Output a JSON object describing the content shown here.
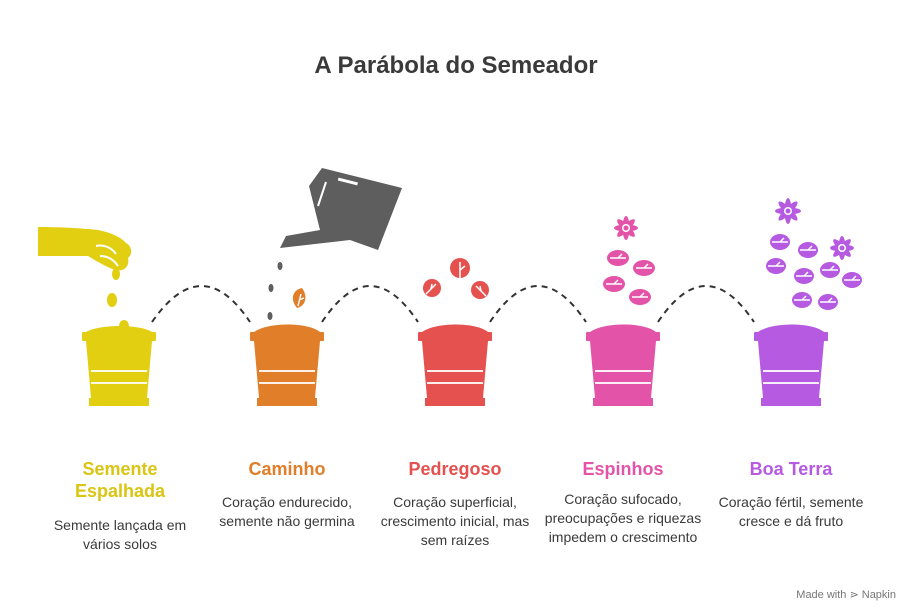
{
  "title": "A Parábola do Semeador",
  "colors": {
    "yellow": "#E2CF12",
    "orange": "#E07E2A",
    "red": "#E4514F",
    "pink": "#E354A9",
    "purple": "#B55AE1",
    "gray": "#5E5E5E",
    "dash": "#333333"
  },
  "stages": [
    {
      "label": "Semente Espalhada",
      "desc": "Semente lançada em vários solos"
    },
    {
      "label": "Caminho",
      "desc": "Coração endurecido, semente não germina"
    },
    {
      "label": "Pedregoso",
      "desc": "Coração superficial, crescimento inicial, mas sem raízes"
    },
    {
      "label": "Espinhos",
      "desc": "Coração sufocado, preocupações e riquezas impedem o crescimento"
    },
    {
      "label": "Boa Terra",
      "desc": "Coração fértil, semente cresce e dá fruto"
    }
  ],
  "icons": [
    "hand-icon",
    "watering-can-icon",
    "leaf-icon",
    "flower-icon",
    "napkin-logo-icon"
  ],
  "watermark": "Made with ⋗ Napkin"
}
